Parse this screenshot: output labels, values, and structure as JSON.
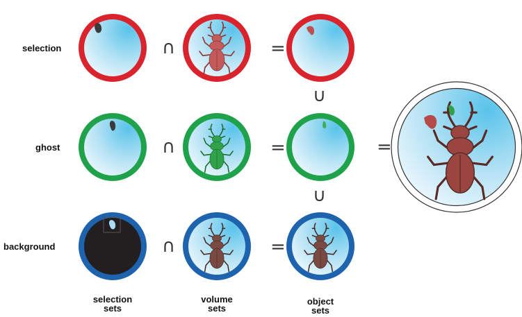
{
  "rows": [
    {
      "label": "selection",
      "ring_color": "#d9232d"
    },
    {
      "label": "ghost",
      "ring_color": "#20a24a"
    },
    {
      "label": "background",
      "ring_color": "#1e63ad"
    }
  ],
  "columns": [
    {
      "line1": "selection",
      "line2": "sets"
    },
    {
      "line1": "volume",
      "line2": "sets"
    },
    {
      "line1": "object",
      "line2": "sets"
    }
  ],
  "operators": {
    "intersect": "∩",
    "equals": "=",
    "union": "∪"
  },
  "colors": {
    "sky_light": "#eef8fd",
    "sky_dark": "#59c3ea",
    "background_fill": "#231f20",
    "beetle_red": "#b64a4a",
    "beetle_green": "#2fa24a",
    "beetle_natural": "#7a4a42",
    "result_ring": "#ffffff"
  },
  "icons": [
    "stag-beetle-icon",
    "beetle-fragment-icon"
  ]
}
